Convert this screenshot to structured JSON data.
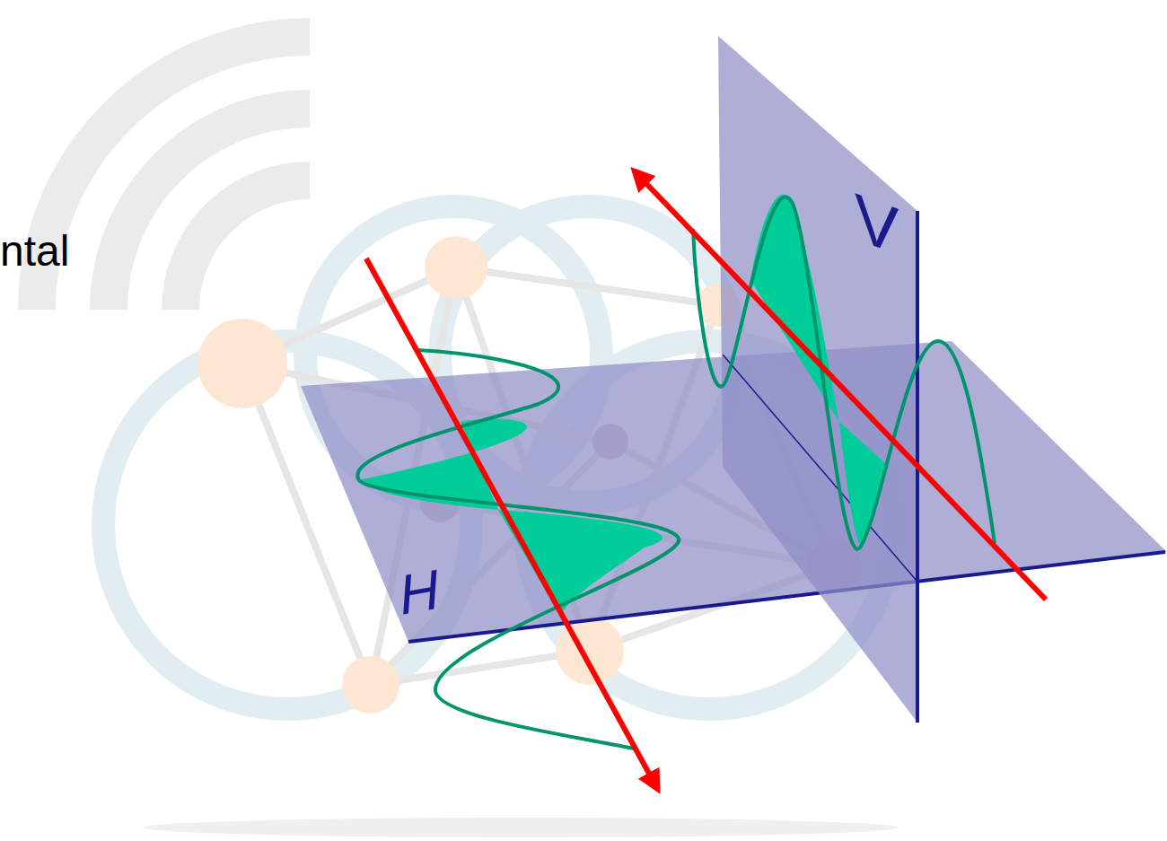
{
  "diagram": {
    "labels": [
      "ntal",
      "H",
      "V"
    ]
  }
}
